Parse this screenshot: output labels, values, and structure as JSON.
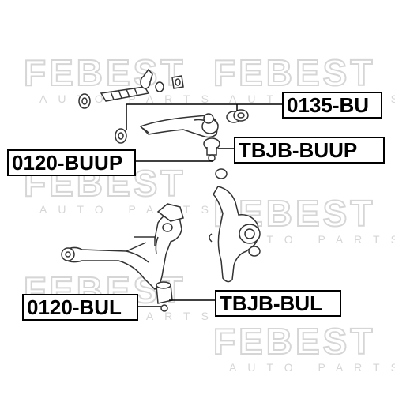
{
  "watermark": {
    "brand": "FEBEST",
    "subtitle": "AUTO PARTS"
  },
  "labels": {
    "part_0135_bu": "0135-BU",
    "part_tbjb_buup": "TBJB-BUUP",
    "part_0120_buup": "0120-BUUP",
    "part_0120_bul": "0120-BUL",
    "part_tbjb_bul": "TBJB-BUL"
  },
  "colors": {
    "watermark": "#d9d9d9",
    "line": "#000000",
    "part_fill": "#ffffff",
    "part_stroke": "#333333"
  }
}
